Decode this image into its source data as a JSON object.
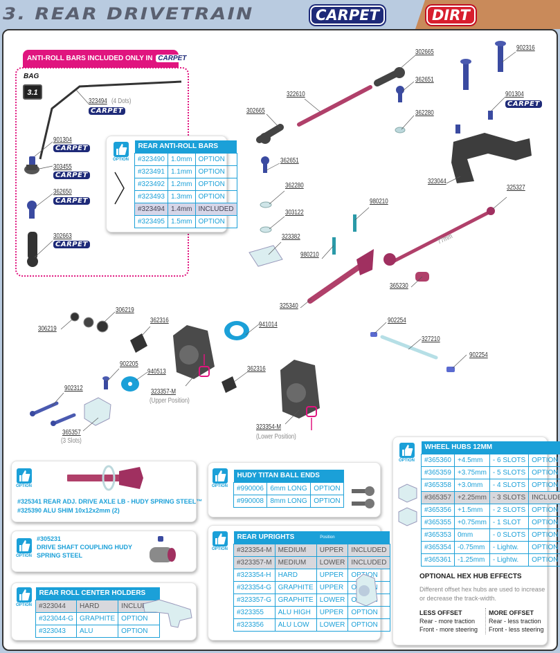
{
  "header": {
    "section_title": "3. REAR DRIVETRAIN",
    "badge_carpet": "CARPET",
    "badge_dirt": "DIRT",
    "colors": {
      "carpet": "#1e2a78",
      "dirt": "#d81e2e",
      "dirt_bg": "#c98a5a",
      "accent": "#1ba0d8",
      "pink": "#e0157f"
    }
  },
  "antiroll_panel": {
    "header_text": "ANTI-ROLL BARS INCLUDED ONLY IN",
    "header_carpet": "CARPET",
    "bag_label": "BAG",
    "bag_number": "3.1",
    "carpet_tag": "CARPET"
  },
  "part_labels": {
    "p323494": "323494",
    "p323494_note": "(4 Dots)",
    "p901304_a": "901304",
    "p303455": "303455",
    "p362650": "362650",
    "p302663": "302663",
    "p302665_top": "302665",
    "p302665_left": "302665",
    "p322610": "322610",
    "p362651_top": "362651",
    "p362280_top": "362280",
    "p902316": "902316",
    "p901304_b": "901304",
    "p323044": "323044",
    "p362651_mid": "362651",
    "p362280_mid": "362280",
    "p303122": "303122",
    "p323382": "323382",
    "p980210_a": "980210",
    "p980210_b": "980210",
    "p325327": "325327",
    "p325327_len": "77mm",
    "p365230": "365230",
    "p325340": "325340",
    "p306219_a": "306219",
    "p306219_b": "306219",
    "p362316_a": "362316",
    "p941014": "941014",
    "p902205": "902205",
    "p940513": "940513",
    "p902312": "902312",
    "p365357": "365357",
    "p365357_note": "(3 Slots)",
    "p323357m": "323357-M",
    "p323357m_note": "(Upper Position)",
    "p362316_b": "362316",
    "p323354m": "323354-M",
    "p323354m_note": "(Lower Position)",
    "p902254_a": "902254",
    "p327210": "327210",
    "p902254_b": "902254"
  },
  "option_label": "OPTION",
  "antiroll_table": {
    "title": "REAR ANTI-ROLL BARS",
    "rows": [
      {
        "part": "#323490",
        "size": "1.0mm",
        "status": "OPTION",
        "included": false
      },
      {
        "part": "#323491",
        "size": "1.1mm",
        "status": "OPTION",
        "included": false
      },
      {
        "part": "#323492",
        "size": "1.2mm",
        "status": "OPTION",
        "included": false
      },
      {
        "part": "#323493",
        "size": "1.3mm",
        "status": "OPTION",
        "included": false
      },
      {
        "part": "#323494",
        "size": "1.4mm",
        "status": "INCLUDED",
        "included": true
      },
      {
        "part": "#323495",
        "size": "1.5mm",
        "status": "OPTION",
        "included": false
      }
    ]
  },
  "wheel_hubs": {
    "title": "WHEEL HUBS 12MM",
    "rows": [
      {
        "part": "#365360",
        "offset": "+4.5mm",
        "slots": "- 6 SLOTS",
        "status": "OPTION",
        "included": false
      },
      {
        "part": "#365359",
        "offset": "+3.75mm",
        "slots": "- 5 SLOTS",
        "status": "OPTION",
        "included": false
      },
      {
        "part": "#365358",
        "offset": "+3.0mm",
        "slots": "- 4 SLOTS",
        "status": "OPTION",
        "included": false
      },
      {
        "part": "#365357",
        "offset": "+2.25mm",
        "slots": "- 3 SLOTS",
        "status": "INCLUDED",
        "included": true
      },
      {
        "part": "#365356",
        "offset": "+1.5mm",
        "slots": "- 2 SLOTS",
        "status": "OPTION",
        "included": false
      },
      {
        "part": "#365355",
        "offset": "+0.75mm",
        "slots": "- 1 SLOT",
        "status": "OPTION",
        "included": false
      },
      {
        "part": "#365353",
        "offset": "0mm",
        "slots": "- 0 SLOTS",
        "status": "OPTION",
        "included": false
      },
      {
        "part": "#365354",
        "offset": "-0.75mm",
        "slots": "- Lightw.",
        "status": "OPTION",
        "included": false
      },
      {
        "part": "#365361",
        "offset": "-1.25mm",
        "slots": "- Lightw.",
        "status": "OPTION",
        "included": false
      }
    ],
    "effects_title": "OPTIONAL HEX HUB EFFECTS",
    "effects_desc": "Different offset hex hubs are used to increase or decrease the track-width.",
    "less_title": "LESS OFFSET",
    "less_rear": "Rear - more traction",
    "less_front": "Front - more steering",
    "more_title": "MORE OFFSET",
    "more_rear": "Rear - less traction",
    "more_front": "Front - less steering"
  },
  "drive_axle_card": {
    "line1": "#325341 REAR ADJ. DRIVE AXLE LB - HUDY SPRING STEEL™",
    "line2": "#325390 ALU SHIM 10x12x2mm (2)"
  },
  "coupling_card": {
    "line1": "#305231",
    "line2": "DRIVE SHAFT COUPLING HUDY",
    "line3": "SPRING STEEL"
  },
  "roll_center": {
    "title": "REAR ROLL CENTER HOLDERS",
    "rows": [
      {
        "part": "#323044",
        "material": "HARD",
        "status": "INCLUDED",
        "included": true
      },
      {
        "part": "#323044-G",
        "material": "GRAPHITE",
        "status": "OPTION",
        "included": false
      },
      {
        "part": "#323043",
        "material": "ALU",
        "status": "OPTION",
        "included": false
      }
    ]
  },
  "ball_ends": {
    "title": "HUDY TITAN BALL ENDS",
    "rows": [
      {
        "part": "#990006",
        "length": "6mm LONG",
        "status": "OPTION"
      },
      {
        "part": "#990008",
        "length": "8mm LONG",
        "status": "OPTION"
      }
    ]
  },
  "uprights": {
    "title": "REAR UPRIGHTS",
    "position_header": "Position",
    "rows": [
      {
        "part": "#323354-M",
        "material": "MEDIUM",
        "position": "UPPER",
        "status": "INCLUDED",
        "included": true
      },
      {
        "part": "#323357-M",
        "material": "MEDIUM",
        "position": "LOWER",
        "status": "INCLUDED",
        "included": true
      },
      {
        "part": "#323354-H",
        "material": "HARD",
        "position": "UPPER",
        "status": "OPTION",
        "included": false
      },
      {
        "part": "#323354-G",
        "material": "GRAPHITE",
        "position": "UPPER",
        "status": "OPTION",
        "included": false
      },
      {
        "part": "#323357-G",
        "material": "GRAPHITE",
        "position": "LOWER",
        "status": "OPTION",
        "included": false
      },
      {
        "part": "#323355",
        "material": "ALU HIGH",
        "position": "UPPER",
        "status": "OPTION",
        "included": false
      },
      {
        "part": "#323356",
        "material": "ALU LOW",
        "position": "LOWER",
        "status": "OPTION",
        "included": false
      }
    ]
  }
}
